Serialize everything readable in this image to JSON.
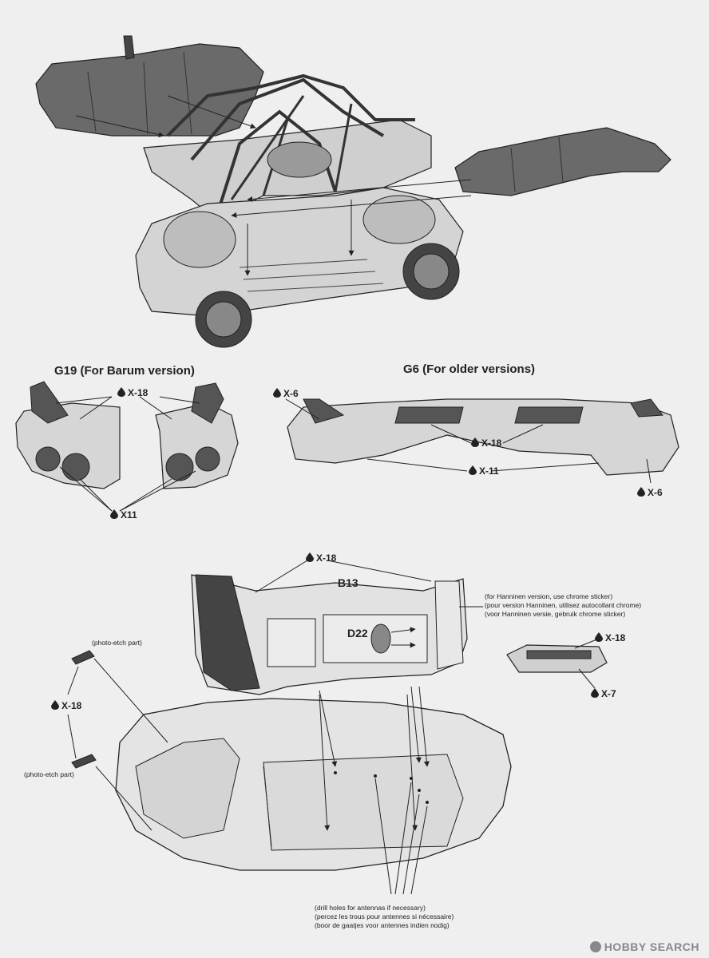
{
  "sections": {
    "g19_title": "G19 (For Barum version)",
    "g6_title": "G6 (For older versions)"
  },
  "color_codes": {
    "g19_top": "X-18",
    "g19_bottom": "X11",
    "g6_left_top": "X-6",
    "g6_center": "X-18",
    "g6_lower": "X-11",
    "g6_right": "X-6",
    "body_top": "X-18",
    "mirror_top": "X-18",
    "mirror_bottom": "X-7",
    "photo_etch": "X-18"
  },
  "parts": {
    "roof": "B13",
    "vent": "D22"
  },
  "notes": {
    "photo_etch_upper": "(photo-etch part)",
    "photo_etch_lower": "(photo-etch part)",
    "hanninen": [
      "(for Hanninen version, use chrome sticker)",
      "(pour version Hanninen, utilisez autocollant chrome)",
      "(voor Hanninen versie, gebruik chrome sticker)"
    ],
    "antennas": [
      "(drill holes for antennas if necessary)",
      "(percez les trous pour antennes si nécessaire)",
      "(boor de gaatjes voor antennes indien nodig)"
    ]
  },
  "watermark": "HOBBY SEARCH",
  "colors": {
    "ink": "#222222",
    "paint": "#5a5a5a",
    "body": "#dcdcdc"
  }
}
